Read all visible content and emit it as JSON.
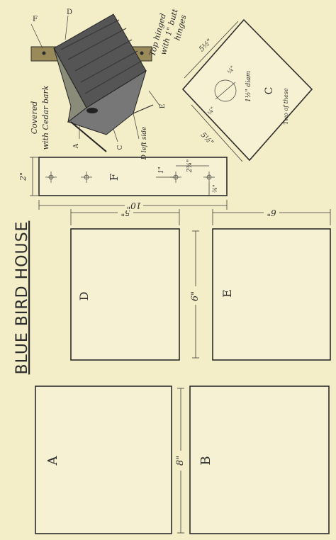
{
  "title": "BLUE BIRD HOUSE",
  "parts": {
    "A": "A",
    "B": "B",
    "D": "D",
    "E": "E",
    "F": "F",
    "C": "C"
  },
  "dims": {
    "height_8": "8\"",
    "height_6": "6\"",
    "width_5_left": "5\"",
    "width_10": "10\"",
    "width_6_right": "6\"",
    "strip_2": "2\"",
    "hole_1": "1\"",
    "hole_2_3_4": "2¾\"",
    "hole_3_4": "¾\"",
    "c_5_half": "5½\"",
    "c_5_half_b": "5½\"",
    "c_quarter": "¼\"",
    "c_quarter_b": "¼\"",
    "c_diam": "1½\" diam"
  },
  "notes": {
    "covered": "Covered",
    "cedar": "with Cedar bark",
    "hinged_1": "Top hinged",
    "hinged_2": "with 1\" butt",
    "hinged_3": "hinges",
    "two_of_these": "Two of these",
    "left_side": "D left side",
    "iso_f": "F",
    "iso_d": "D",
    "iso_a": "A",
    "iso_c": "C",
    "iso_e": "E"
  }
}
